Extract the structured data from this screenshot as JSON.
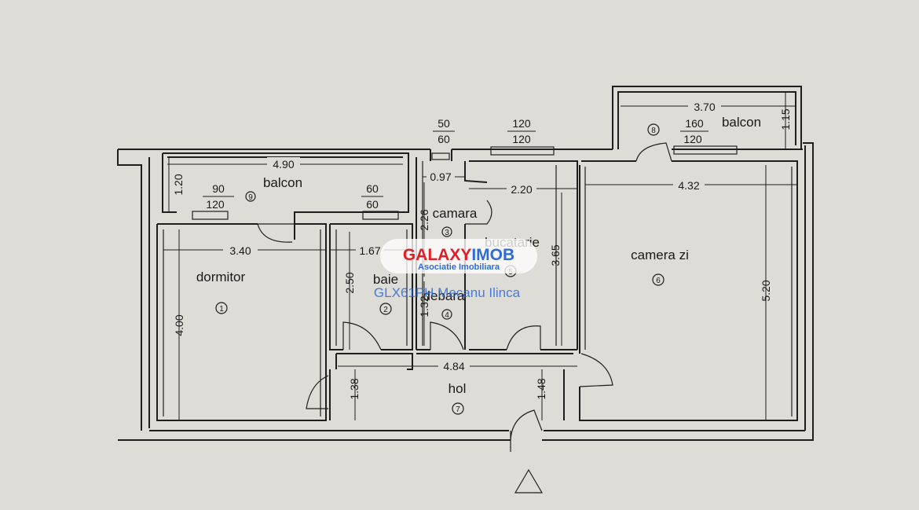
{
  "rooms": {
    "dormitor": {
      "label": "dormitor",
      "num": "1"
    },
    "baie": {
      "label": "baie",
      "num": "2"
    },
    "camara": {
      "label": "camara",
      "num": "3"
    },
    "debara": {
      "label": "debara",
      "num": "4"
    },
    "bucatarie": {
      "label": "bucatarie",
      "num": "5"
    },
    "camera_zi": {
      "label": "camera zi",
      "num": "6"
    },
    "hol": {
      "label": "hol",
      "num": "7"
    },
    "balcon_right": {
      "label": "balcon",
      "num": "8"
    },
    "balcon_left": {
      "label": "balcon",
      "num": "9"
    }
  },
  "dimensions": {
    "balcon_left_width": "4.90",
    "balcon_left_depth": "1.20",
    "dormitor_width": "3.40",
    "dormitor_depth": "4.00",
    "baie_width": "1.67",
    "baie_depth": "2.50",
    "camara_width": "0.97",
    "camara_depth": "2.26",
    "debara_depth": "1.32",
    "bucatarie_width": "2.20",
    "bucatarie_depth": "3.65",
    "camera_zi_width": "4.32",
    "camera_zi_depth": "5.20",
    "balcon_right_width": "3.70",
    "balcon_right_depth": "1.15",
    "hol_width": "4.84",
    "hol_left_depth": "1.38",
    "hol_right_depth": "1.48"
  },
  "windows": {
    "w_balcon_left_1": {
      "top": "90",
      "bottom": "120"
    },
    "w_balcon_left_2": {
      "top": "60",
      "bottom": "60"
    },
    "w_camara": {
      "top": "50",
      "bottom": "60"
    },
    "w_bucatarie": {
      "top": "120",
      "bottom": "120"
    },
    "w_balcon_right": {
      "top": "160",
      "bottom": "120"
    }
  },
  "watermark": {
    "brand_left": "GALAXY",
    "brand_right": "IMOB",
    "subtitle": "Asociatie Imobiliara",
    "agent": "GLX61PH Mecanu Ilinca"
  },
  "colors": {
    "background": "#dedcd6",
    "lines": "#1e1e1e",
    "brand_red": "#e31d25",
    "brand_blue": "#2d6bd6"
  }
}
